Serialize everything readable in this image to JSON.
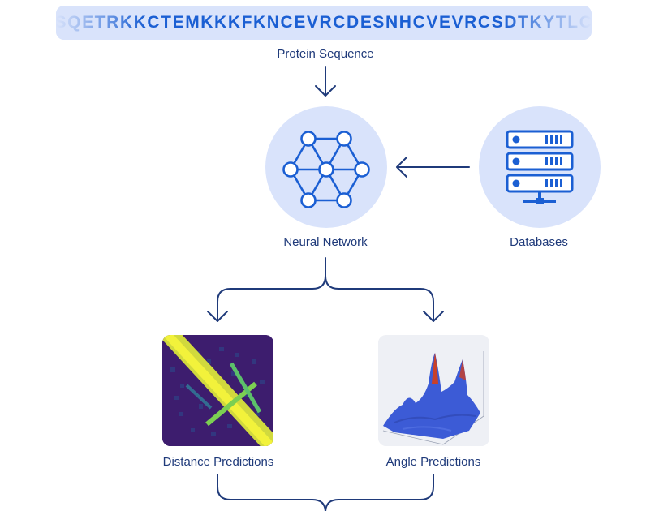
{
  "sequence": {
    "text": "SQETRKKCTEMKKKFKNCEVRCDESNHCVEVRCSDTKYTLC",
    "label": "Protein Sequence"
  },
  "nodes": {
    "neural_network": {
      "label": "Neural Network",
      "icon": "neural-network-icon"
    },
    "databases": {
      "label": "Databases",
      "icon": "database-server-icon"
    },
    "distance": {
      "label": "Distance Predictions",
      "image": "distance-map-heatmap"
    },
    "angle": {
      "label": "Angle Predictions",
      "image": "angle-surface-plot"
    }
  },
  "colors": {
    "accent": "#1f3a7a",
    "sequence_text": "#1b5fd3",
    "circle_fill": "#d9e3fb",
    "heatmap_background": "#3b1a6b",
    "heatmap_diagonal": "#e8e83a",
    "surface_blue": "#3c5bd6",
    "surface_peak": "#c8402a"
  }
}
